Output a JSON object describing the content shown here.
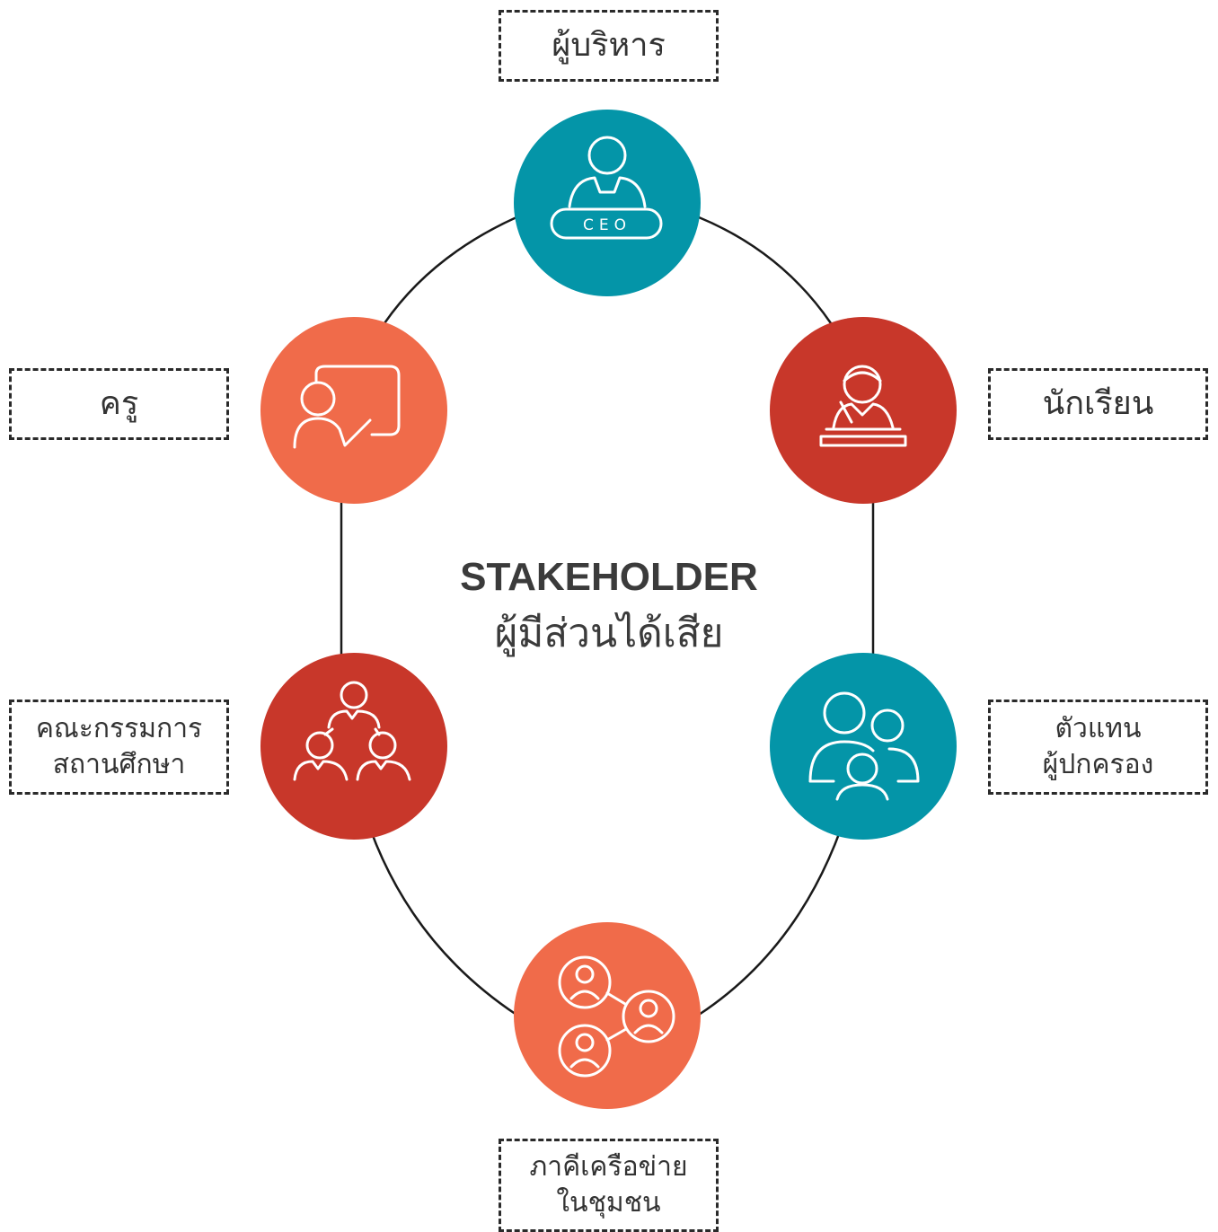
{
  "center": {
    "title": "STAKEHOLDER",
    "subtitle": "ผู้มีส่วนได้เสีย"
  },
  "nodes": [
    {
      "id": "executive",
      "label": "ผู้บริหาร",
      "color": "#0495a8",
      "icon": "ceo-icon",
      "icon_text": "CEO"
    },
    {
      "id": "student",
      "label": "นักเรียน",
      "color": "#c8372a",
      "icon": "student-writing-icon"
    },
    {
      "id": "parent",
      "label_lines": [
        "ตัวแทน",
        "ผู้ปกครอง"
      ],
      "color": "#0495a8",
      "icon": "family-icon"
    },
    {
      "id": "community",
      "label_lines": [
        "ภาคีเครือข่าย",
        "ในชุมชน"
      ],
      "color": "#f06b4a",
      "icon": "network-icon"
    },
    {
      "id": "committee",
      "label_lines": [
        "คณะกรรมการ",
        "สถานศึกษา"
      ],
      "color": "#c8372a",
      "icon": "team-hierarchy-icon"
    },
    {
      "id": "teacher",
      "label": "ครู",
      "color": "#f06b4a",
      "icon": "teacher-board-icon"
    }
  ]
}
